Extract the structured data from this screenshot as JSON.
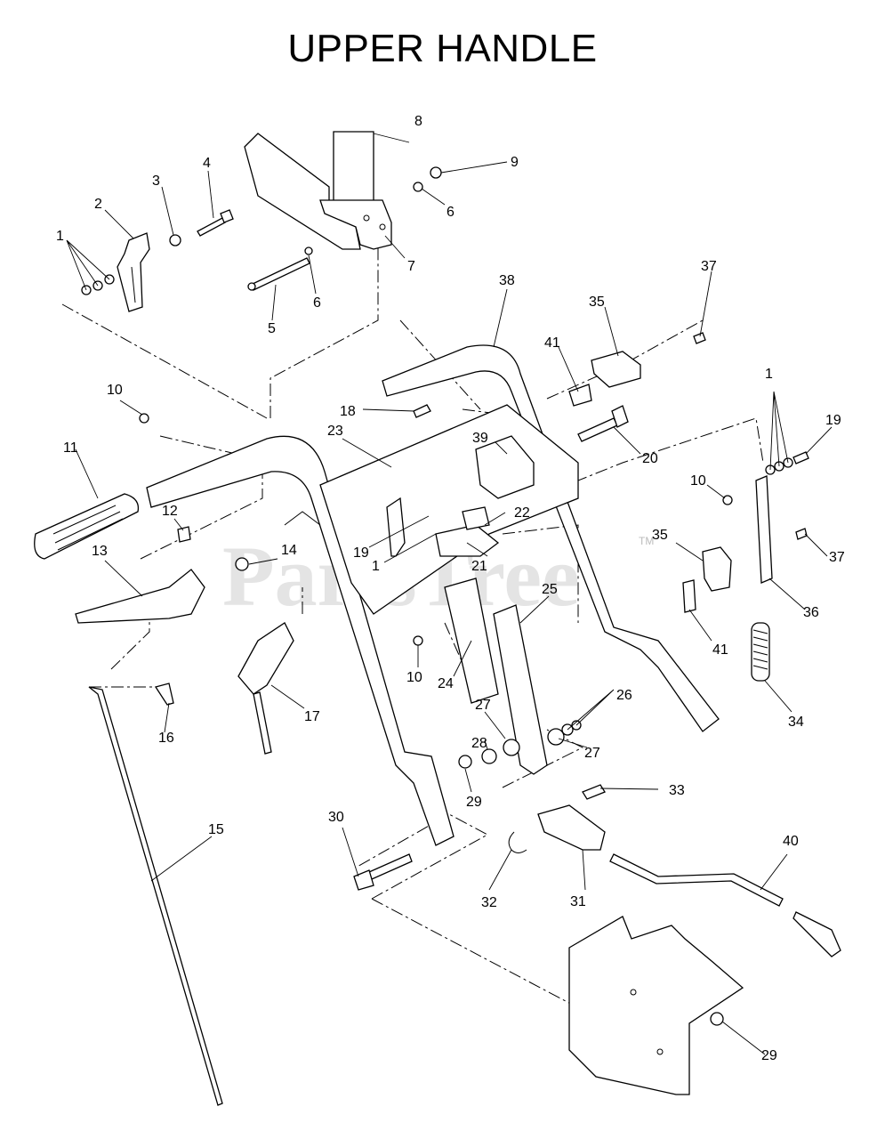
{
  "title": "UPPER HANDLE",
  "watermark": {
    "text": "PartsTree",
    "mark": "TM"
  },
  "callouts": [
    {
      "id": "c1a",
      "text": "1"
    },
    {
      "id": "c2",
      "text": "2"
    },
    {
      "id": "c3",
      "text": "3"
    },
    {
      "id": "c4",
      "text": "4"
    },
    {
      "id": "c5",
      "text": "5"
    },
    {
      "id": "c6a",
      "text": "6"
    },
    {
      "id": "c6b",
      "text": "6"
    },
    {
      "id": "c7",
      "text": "7"
    },
    {
      "id": "c8",
      "text": "8"
    },
    {
      "id": "c9",
      "text": "9"
    },
    {
      "id": "c10a",
      "text": "10"
    },
    {
      "id": "c10b",
      "text": "10"
    },
    {
      "id": "c10c",
      "text": "10"
    },
    {
      "id": "c11",
      "text": "11"
    },
    {
      "id": "c12",
      "text": "12"
    },
    {
      "id": "c13",
      "text": "13"
    },
    {
      "id": "c14",
      "text": "14"
    },
    {
      "id": "c15",
      "text": "15"
    },
    {
      "id": "c16",
      "text": "16"
    },
    {
      "id": "c17",
      "text": "17"
    },
    {
      "id": "c18",
      "text": "18"
    },
    {
      "id": "c19a",
      "text": "19"
    },
    {
      "id": "c19b",
      "text": "19"
    },
    {
      "id": "c20",
      "text": "20"
    },
    {
      "id": "c21",
      "text": "21"
    },
    {
      "id": "c22",
      "text": "22"
    },
    {
      "id": "c23",
      "text": "23"
    },
    {
      "id": "c24",
      "text": "24"
    },
    {
      "id": "c25",
      "text": "25"
    },
    {
      "id": "c26",
      "text": "26"
    },
    {
      "id": "c27a",
      "text": "27"
    },
    {
      "id": "c27b",
      "text": "27"
    },
    {
      "id": "c28",
      "text": "28"
    },
    {
      "id": "c29a",
      "text": "29"
    },
    {
      "id": "c29b",
      "text": "29"
    },
    {
      "id": "c30",
      "text": "30"
    },
    {
      "id": "c31",
      "text": "31"
    },
    {
      "id": "c32",
      "text": "32"
    },
    {
      "id": "c33",
      "text": "33"
    },
    {
      "id": "c34",
      "text": "34"
    },
    {
      "id": "c35a",
      "text": "35"
    },
    {
      "id": "c35b",
      "text": "35"
    },
    {
      "id": "c36",
      "text": "36"
    },
    {
      "id": "c37a",
      "text": "37"
    },
    {
      "id": "c37b",
      "text": "37"
    },
    {
      "id": "c38",
      "text": "38"
    },
    {
      "id": "c39",
      "text": "39"
    },
    {
      "id": "c40",
      "text": "40"
    },
    {
      "id": "c41a",
      "text": "41"
    },
    {
      "id": "c41b",
      "text": "41"
    },
    {
      "id": "c1b",
      "text": "1"
    },
    {
      "id": "c1c",
      "text": "1"
    }
  ]
}
